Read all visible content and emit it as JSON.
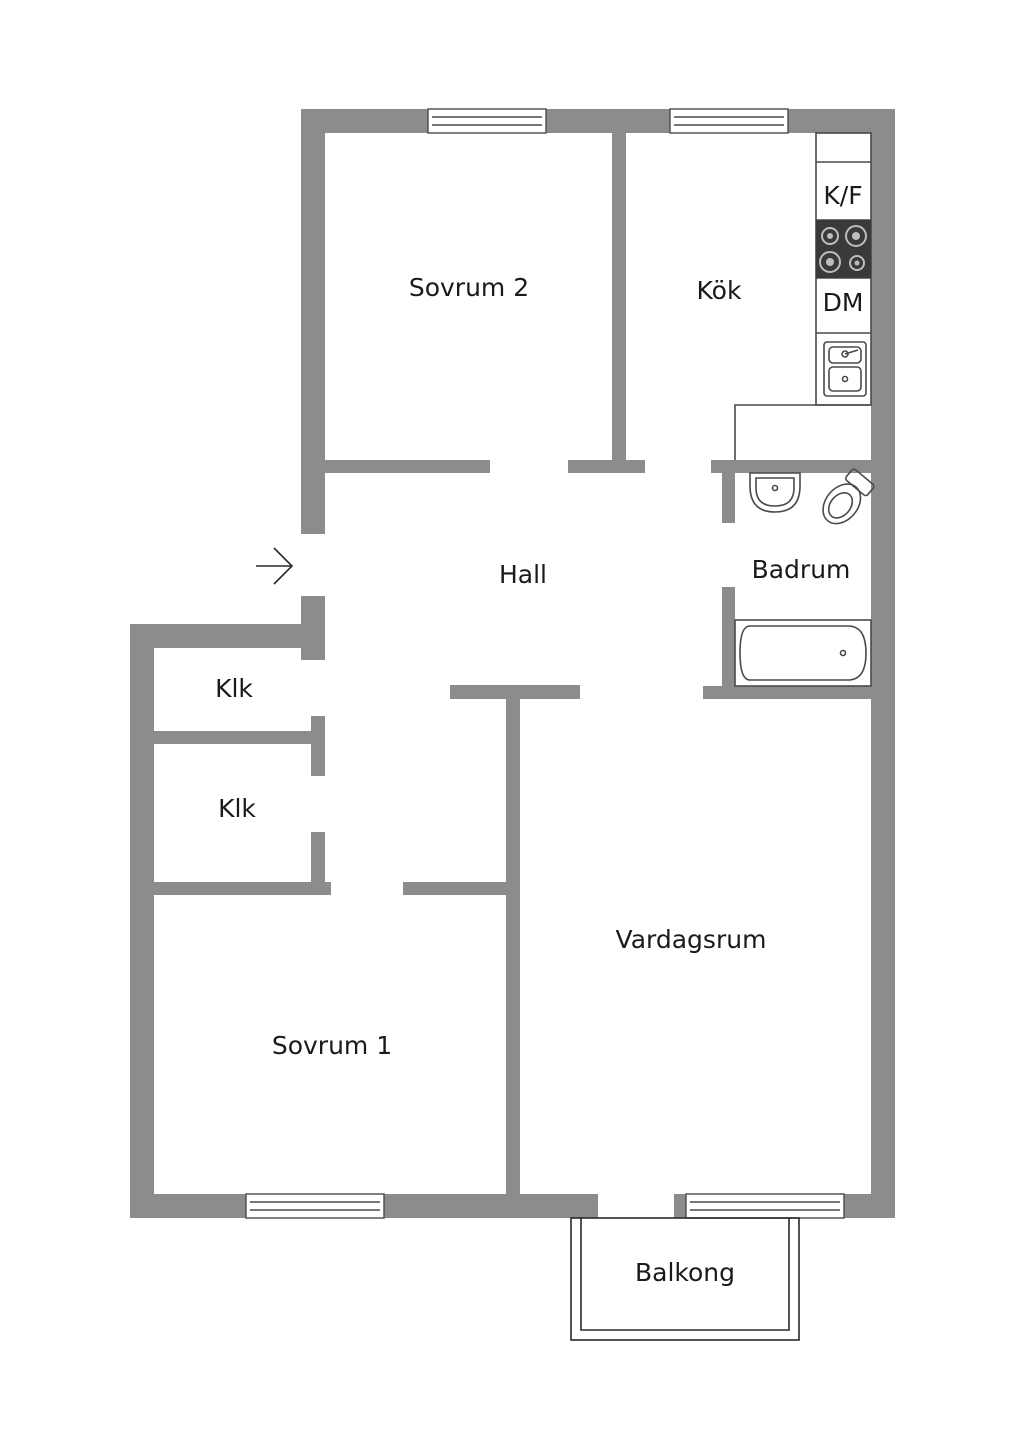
{
  "rooms": {
    "sovrum2": "Sovrum 2",
    "kok": "Kök",
    "hall": "Hall",
    "badrum": "Badrum",
    "klk1": "Klk",
    "klk2": "Klk",
    "vardagsrum": "Vardagsrum",
    "sovrum1": "Sovrum 1",
    "balkong": "Balkong"
  },
  "appliances": {
    "fridge_freezer": "K/F",
    "dishwasher": "DM"
  },
  "colors": {
    "wall": "#8c8c8c",
    "stove": "#3a3a3a",
    "line": "#4a4a4a"
  }
}
